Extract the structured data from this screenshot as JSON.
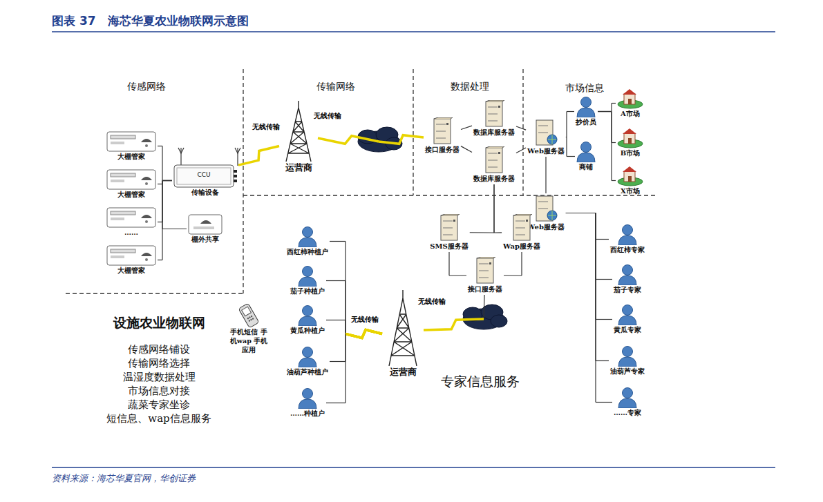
{
  "diagram": {
    "title": "图表 37　海芯华夏农业物联网示意图",
    "caption": "资料来源：海芯华夏官网，华创证券",
    "nodes": [
      {
        "text": [
          "大棚管家"
        ]
      },
      {
        "text": [
          "大棚管家"
        ]
      },
      {
        "text": [
          "……"
        ]
      },
      {
        "text": [
          "大棚管家"
        ]
      },
      {
        "text": [
          "CCU",
          "传输设备"
        ]
      },
      {
        "text": [
          "棚外共享"
        ]
      },
      {
        "text": [
          "运营商"
        ]
      },
      {
        "text": [
          "接口服务器"
        ]
      },
      {
        "text": [
          "数据库服务器"
        ]
      },
      {
        "text": [
          "数据库服务器"
        ]
      },
      {
        "text": [
          "Web服务器"
        ]
      },
      {
        "text": [
          "抄价员"
        ]
      },
      {
        "text": [
          "商铺"
        ]
      },
      {
        "text": [
          "A市场"
        ]
      },
      {
        "text": [
          "B市场"
        ]
      },
      {
        "text": [
          "X市场"
        ]
      },
      {
        "text": [
          "Web服务器"
        ]
      },
      {
        "text": [
          "SMS服务器"
        ]
      },
      {
        "text": [
          "Wap服务器"
        ]
      },
      {
        "text": [
          "接口服务器"
        ]
      },
      {
        "text": [
          "西红柿种植户"
        ]
      },
      {
        "text": [
          "茄子种植户"
        ]
      },
      {
        "text": [
          "黄瓜种植户"
        ]
      },
      {
        "text": [
          "油葫芦种植户"
        ]
      },
      {
        "text": [
          "……种植户"
        ]
      },
      {
        "text": [
          "手机短信 手机wap 手机应用"
        ]
      },
      {
        "text": [
          "运营商"
        ]
      },
      {
        "text": [
          "西红柿专家"
        ]
      },
      {
        "text": [
          "茄子专家"
        ]
      },
      {
        "text": [
          "黄瓜专家"
        ]
      },
      {
        "text": [
          "油葫芦专家"
        ]
      },
      {
        "text": [
          "……专家"
        ]
      }
    ],
    "edges": [
      {
        "from": 0,
        "to": 4,
        "arrow": "none"
      },
      {
        "from": 1,
        "to": 4,
        "arrow": "none"
      },
      {
        "from": 2,
        "to": 4,
        "arrow": "none"
      },
      {
        "from": 3,
        "to": 4,
        "arrow": "none"
      },
      {
        "from": 5,
        "to": 4,
        "arrow": "none"
      },
      {
        "from": 4,
        "to": 6,
        "label": "无线传输",
        "arrow": "none"
      },
      {
        "from": 6,
        "to": 7,
        "label": "无线传输",
        "arrow": "none"
      },
      {
        "from": 7,
        "to": 8,
        "arrow": "none"
      },
      {
        "from": 7,
        "to": 9,
        "arrow": "none"
      },
      {
        "from": 8,
        "to": 10,
        "arrow": "none"
      },
      {
        "from": 9,
        "to": 10,
        "arrow": "none"
      },
      {
        "from": 10,
        "to": 11,
        "arrow": "none"
      },
      {
        "from": 10,
        "to": 12,
        "arrow": "none"
      },
      {
        "from": 11,
        "to": 13,
        "arrow": "none"
      },
      {
        "from": 11,
        "to": 14,
        "arrow": "none"
      },
      {
        "from": 11,
        "to": 15,
        "arrow": "none"
      },
      {
        "from": 10,
        "to": 16,
        "arrow": "none"
      },
      {
        "from": 9,
        "to": 17,
        "arrow": "none"
      },
      {
        "from": 9,
        "to": 18,
        "arrow": "none"
      },
      {
        "from": 17,
        "to": 19,
        "arrow": "none"
      },
      {
        "from": 18,
        "to": 19,
        "arrow": "none"
      },
      {
        "from": 19,
        "to": 26,
        "label": "无线传输",
        "arrow": "none"
      },
      {
        "from": 26,
        "to": 20,
        "arrow": "none"
      },
      {
        "from": 26,
        "to": 21,
        "arrow": "none"
      },
      {
        "from": 26,
        "to": 22,
        "label": "无线传输",
        "arrow": "none"
      },
      {
        "from": 26,
        "to": 23,
        "arrow": "none"
      },
      {
        "from": 26,
        "to": 24,
        "arrow": "none"
      },
      {
        "from": 16,
        "to": 27,
        "arrow": "none"
      },
      {
        "from": 16,
        "to": 28,
        "arrow": "none"
      },
      {
        "from": 16,
        "to": 29,
        "arrow": "none"
      },
      {
        "from": 16,
        "to": 30,
        "arrow": "none"
      },
      {
        "from": 16,
        "to": 31,
        "arrow": "none"
      }
    ],
    "labels": [
      "传感网络",
      "传输网络",
      "数据处理",
      "市场信息",
      "设施农业物联网",
      "传感网络铺设",
      "传输网络选择",
      "温湿度数据处理",
      "市场信息对接",
      "蔬菜专家坐诊",
      "短信息、wap信息服务",
      "专家信息服务"
    ]
  }
}
